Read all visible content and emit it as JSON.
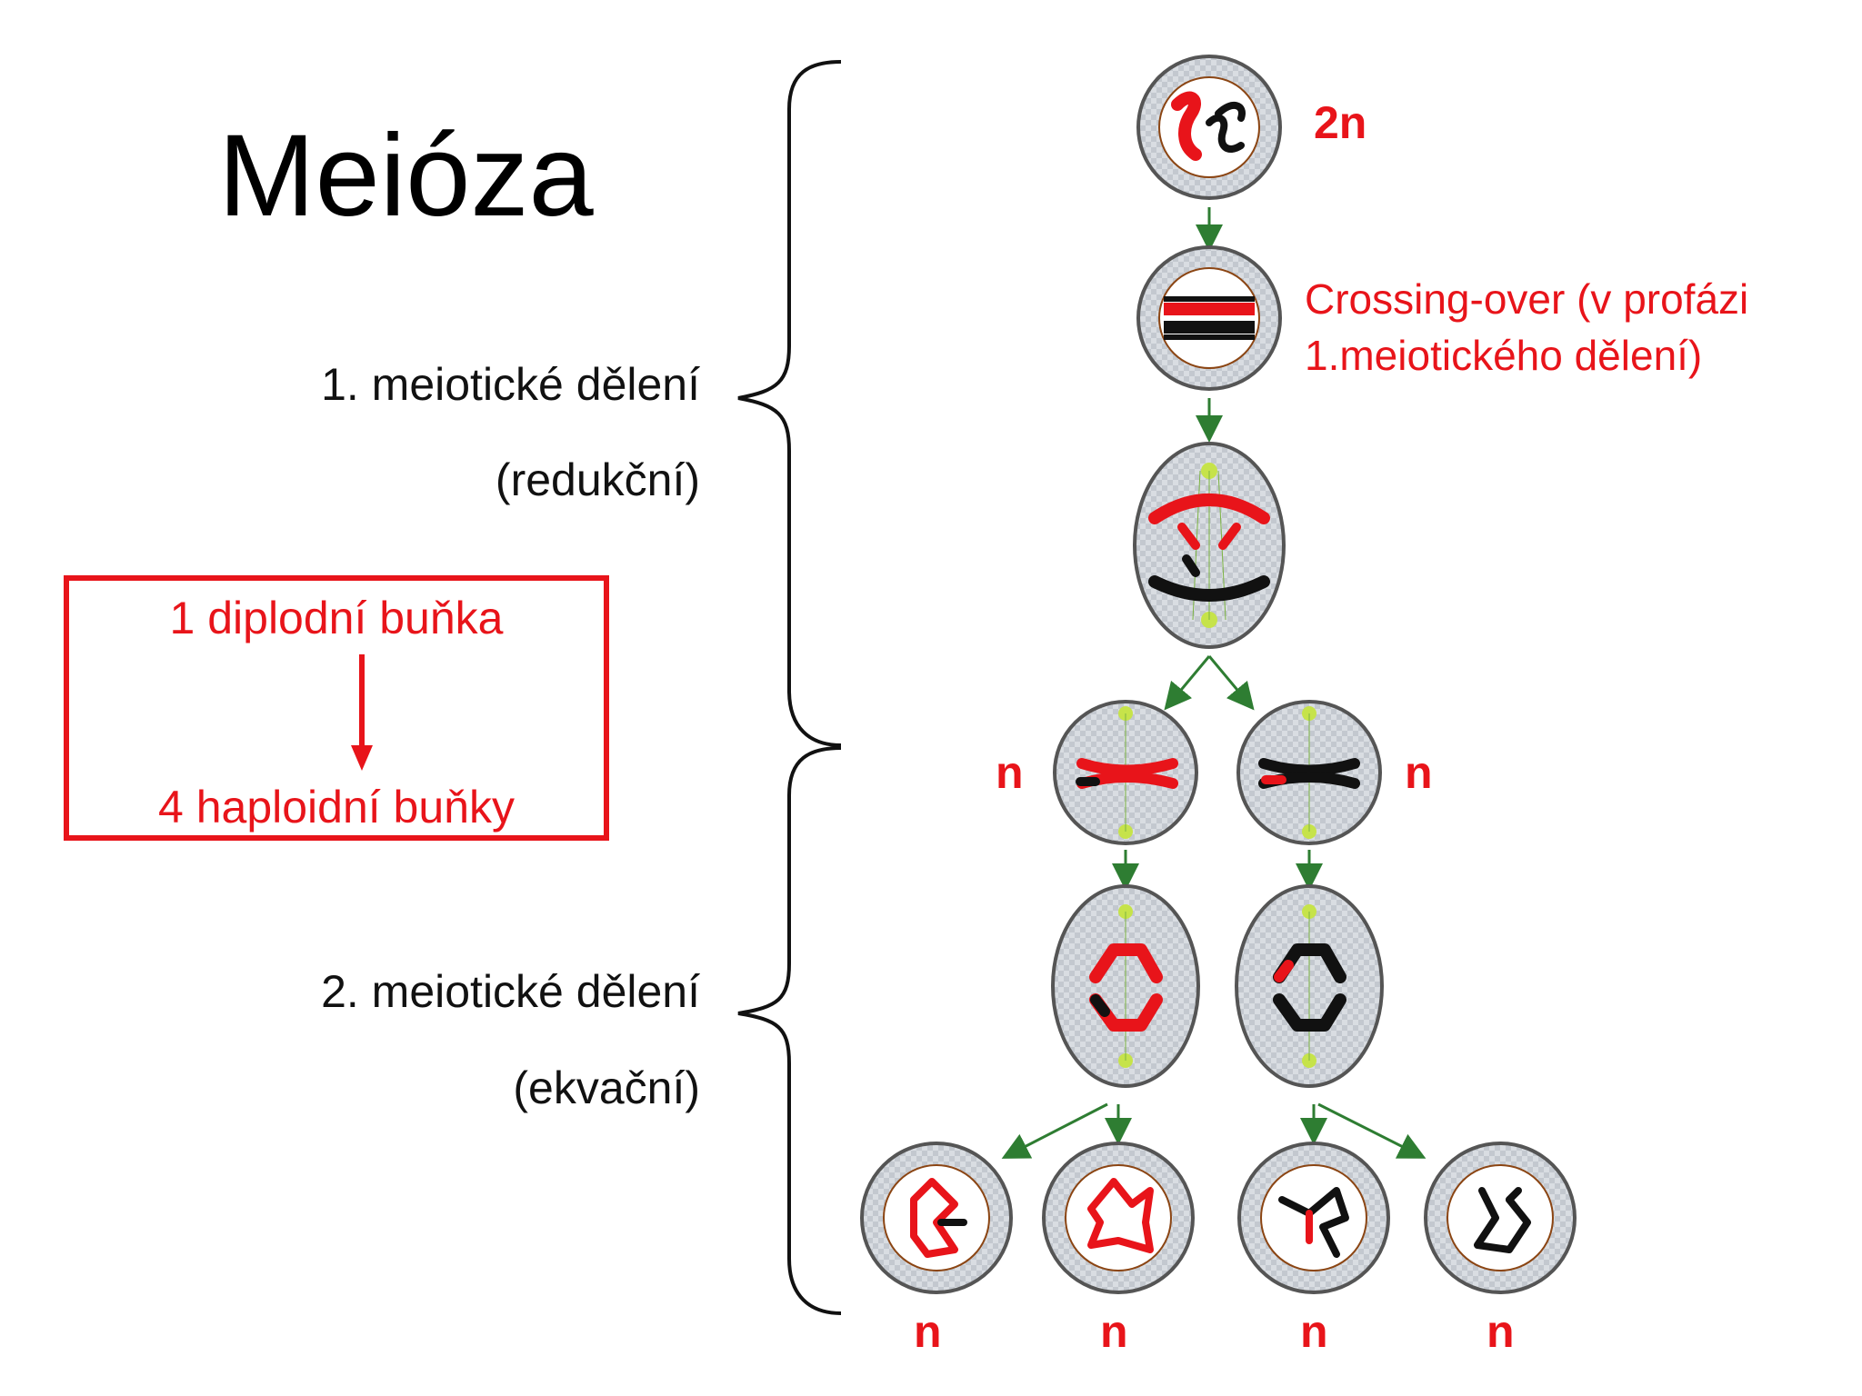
{
  "title": "Meióza",
  "division1": {
    "label": "1. meiotické dělení",
    "type": "(redukční)"
  },
  "division2": {
    "label": "2. meiotické dělení",
    "type": "(ekvační)"
  },
  "summary_box": {
    "top": "1 diplodní buňka",
    "bottom": "4 haploidní buňky"
  },
  "crossing_over": {
    "line1": "Crossing-over (v profázi",
    "line2": "1.meiotického dělení)"
  },
  "ploidy": {
    "diploid": "2n",
    "haploid": "n"
  },
  "colors": {
    "accent_red": "#e8141a",
    "arrow_green": "#2e7d32",
    "chromosome_black": "#111111"
  }
}
